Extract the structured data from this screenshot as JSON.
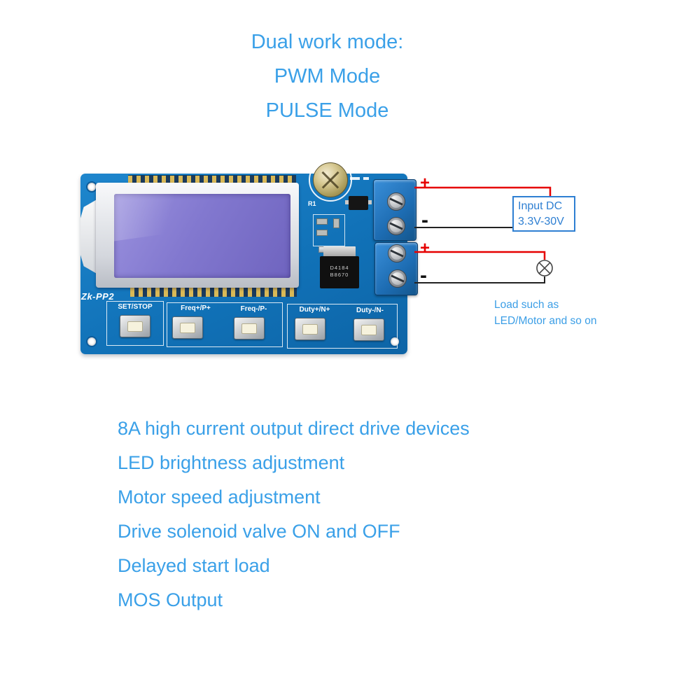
{
  "title": {
    "line1": "Dual work mode:",
    "line2": "PWM Mode",
    "line3": "PULSE Mode"
  },
  "board": {
    "model_label": "Zk-PP2",
    "buttons": [
      {
        "label": "SET/STOP"
      },
      {
        "label": "Freq+/P+"
      },
      {
        "label": "Freq-/P-"
      },
      {
        "label": "Duty+/N+"
      },
      {
        "label": "Duty-/N-"
      }
    ],
    "silkscreen": {
      "r1": "R1"
    },
    "mosfet": {
      "line1": "D4184",
      "line2": "B8670"
    }
  },
  "wiring": {
    "input": {
      "plus": "+",
      "minus": "-",
      "box_line1": "Input DC",
      "box_line2": "3.3V-30V"
    },
    "output": {
      "plus": "+",
      "minus": "-",
      "caption_line1": "Load such as",
      "caption_line2": "LED/Motor and so on"
    }
  },
  "features": [
    "8A high current output direct drive devices",
    "LED brightness adjustment",
    "Motor speed adjustment",
    "Drive solenoid valve ON and OFF",
    "Delayed start load",
    "MOS Output"
  ],
  "colors": {
    "text_blue": "#3aa0e8",
    "wire_red": "#e60000",
    "wire_dark": "#222222",
    "pcb_blue": "#1579c0",
    "lcd_purple": "#8278cf"
  }
}
